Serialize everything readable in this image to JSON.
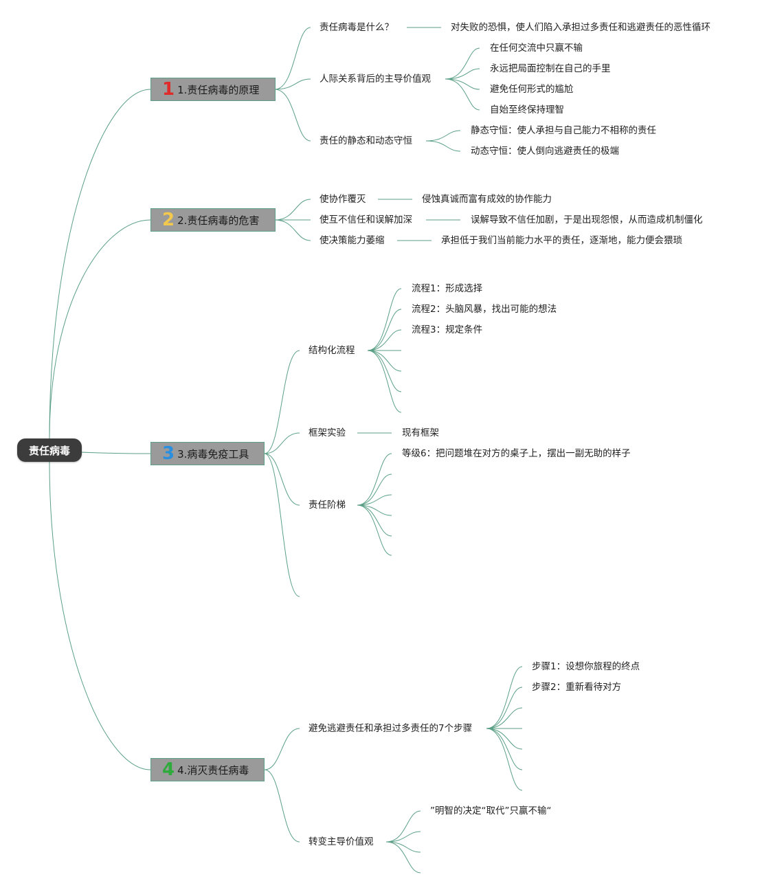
{
  "root": {
    "label": "责任病毒"
  },
  "colors": {
    "line": "#5a9f86",
    "num1": "#e02b2b",
    "num2": "#f2c94c",
    "num3": "#2b8fe0",
    "num4": "#2faa3c"
  },
  "b1": {
    "num": "1",
    "label": "1.责任病毒的原理",
    "c1": {
      "label": "责任病毒是什么？",
      "leaf": "对失败的恐惧，使人们陷入承担过多责任和逃避责任的恶性循环"
    },
    "c2": {
      "label": "人际关系背后的主导价值观",
      "items": [
        "在任何交流中只赢不输",
        "永远把局面控制在自己的手里",
        "避免任何形式的尴尬",
        "自始至终保持理智"
      ]
    },
    "c3": {
      "label": "责任的静态和动态守恒",
      "items": [
        "静态守恒：使人承担与自己能力不相称的责任",
        "动态守恒：使人倒向逃避责任的极端"
      ]
    }
  },
  "b2": {
    "num": "2",
    "label": "2.责任病毒的危害",
    "c1": {
      "label": "使协作覆灭",
      "leaf": "侵蚀真诚而富有成效的协作能力"
    },
    "c2": {
      "label": "使互不信任和误解加深",
      "leaf": "误解导致不信任加剧，于是出现怨恨，从而造成机制僵化"
    },
    "c3": {
      "label": "使决策能力萎缩",
      "leaf": "承担低于我们当前能力水平的责任，逐渐地，能力便会猥琐"
    }
  },
  "b3": {
    "num": "3",
    "label": "3.病毒免疫工具",
    "c1": {
      "label": "结构化流程",
      "items": [
        "流程1：形成选择",
        "流程2：头脑风暴，找出可能的想法",
        "流程3：规定条件"
      ]
    },
    "c2": {
      "label": "框架实验",
      "leaf": "现有框架"
    },
    "c3": {
      "label": "责任阶梯",
      "items": [
        "等级6：把问题堆在对方的桌子上，摆出一副无助的样子"
      ]
    }
  },
  "b4": {
    "num": "4",
    "label": "4.消灭责任病毒",
    "c1": {
      "label": "避免逃避责任和承担过多责任的7个步骤",
      "items": [
        "步骤1：设想你旅程的终点",
        "步骤2：重新看待对方"
      ]
    },
    "c2": {
      "label": "转变主导价值观",
      "items": [
        "”明智的决定“取代”只赢不输“"
      ]
    }
  }
}
